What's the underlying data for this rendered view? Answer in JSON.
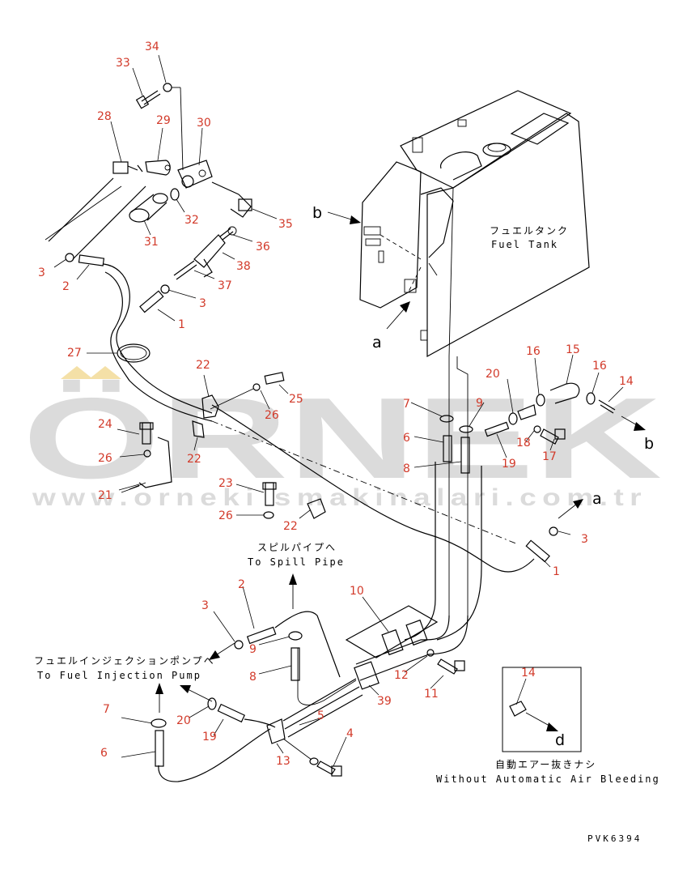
{
  "diagram": {
    "drawing_code": "PVK6394",
    "watermark": {
      "brand": "ÖRNEK",
      "url": "www.orneki smakinalari.com.tr"
    },
    "labels": {
      "fuel_tank_jp": "フュエルタンク",
      "fuel_tank_en": "Fuel Tank",
      "spill_pipe_jp": "スピルパイプへ",
      "spill_pipe_en": "To Spill Pipe",
      "injection_pump_jp": "フュエルインジェクションポンプへ",
      "injection_pump_en": "To Fuel Injection Pump",
      "no_air_bleed_jp": "自動エアー抜きナシ",
      "no_air_bleed_en": "Without Automatic Air Bleeding"
    },
    "view_markers": {
      "a": "a",
      "b": "b",
      "d": "d"
    },
    "part_numbers": {
      "p34": "34",
      "p33": "33",
      "p28": "28",
      "p29": "29",
      "p30": "30",
      "p32": "32",
      "p31": "31",
      "p35": "35",
      "p36": "36",
      "p38": "38",
      "p37": "37",
      "p3a": "3",
      "p2a": "2",
      "p3b": "3",
      "p1a": "1",
      "p27": "27",
      "p22a": "22",
      "p25": "25",
      "p26a": "26",
      "p24": "24",
      "p26b": "26",
      "p22b": "22",
      "p21": "21",
      "p23": "23",
      "p26c": "26",
      "p22c": "22",
      "p20a": "20",
      "p16a": "16",
      "p15": "15",
      "p16b": "16",
      "p14a": "14",
      "p7a": "7",
      "p9a": "9",
      "p6a": "6",
      "p8a": "8",
      "p18": "18",
      "p19a": "19",
      "p17": "17",
      "p3c": "3",
      "p1b": "1",
      "p2b": "2",
      "p3d": "3",
      "p9b": "9",
      "p8b": "8",
      "p10": "10",
      "p12": "12",
      "p11": "11",
      "p39": "39",
      "p7b": "7",
      "p20b": "20",
      "p19b": "19",
      "p5": "5",
      "p6b": "6",
      "p13": "13",
      "p4": "4",
      "p14b": "14"
    }
  }
}
